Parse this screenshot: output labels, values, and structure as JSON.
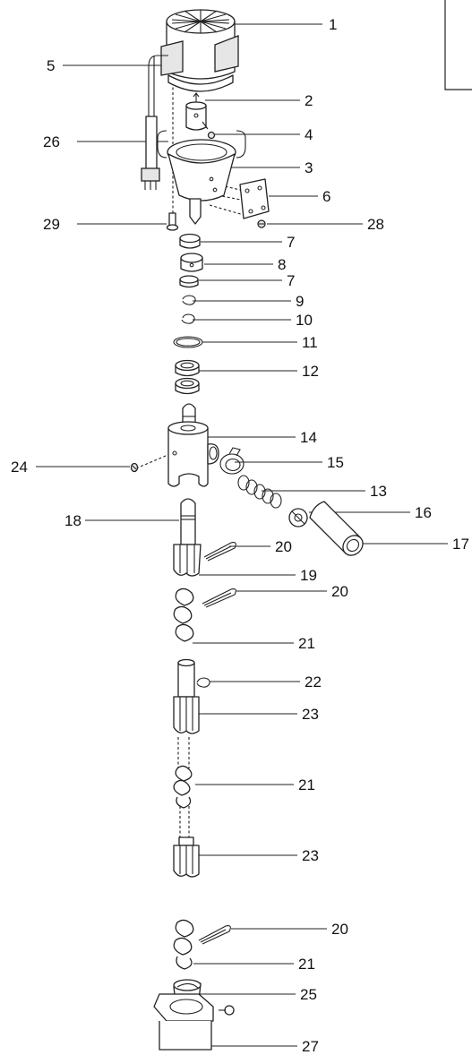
{
  "callouts": [
    {
      "id": "c1",
      "label": "1"
    },
    {
      "id": "c2",
      "label": "2"
    },
    {
      "id": "c3",
      "label": "3"
    },
    {
      "id": "c4",
      "label": "4"
    },
    {
      "id": "c5",
      "label": "5"
    },
    {
      "id": "c6",
      "label": "6"
    },
    {
      "id": "c7a",
      "label": "7"
    },
    {
      "id": "c7b",
      "label": "7"
    },
    {
      "id": "c8",
      "label": "8"
    },
    {
      "id": "c9",
      "label": "9"
    },
    {
      "id": "c10",
      "label": "10"
    },
    {
      "id": "c11",
      "label": "11"
    },
    {
      "id": "c12",
      "label": "12"
    },
    {
      "id": "c13",
      "label": "13"
    },
    {
      "id": "c14",
      "label": "14"
    },
    {
      "id": "c15",
      "label": "15"
    },
    {
      "id": "c16",
      "label": "16"
    },
    {
      "id": "c17",
      "label": "17"
    },
    {
      "id": "c18",
      "label": "18"
    },
    {
      "id": "c19",
      "label": "19"
    },
    {
      "id": "c20a",
      "label": "20"
    },
    {
      "id": "c20b",
      "label": "20"
    },
    {
      "id": "c20c",
      "label": "20"
    },
    {
      "id": "c21a",
      "label": "21"
    },
    {
      "id": "c21b",
      "label": "21"
    },
    {
      "id": "c21c",
      "label": "21"
    },
    {
      "id": "c22",
      "label": "22"
    },
    {
      "id": "c23a",
      "label": "23"
    },
    {
      "id": "c23b",
      "label": "23"
    },
    {
      "id": "c24",
      "label": "24"
    },
    {
      "id": "c25",
      "label": "25"
    },
    {
      "id": "c26",
      "label": "26"
    },
    {
      "id": "c27",
      "label": "27"
    },
    {
      "id": "c28",
      "label": "28"
    },
    {
      "id": "c29",
      "label": "29"
    }
  ]
}
